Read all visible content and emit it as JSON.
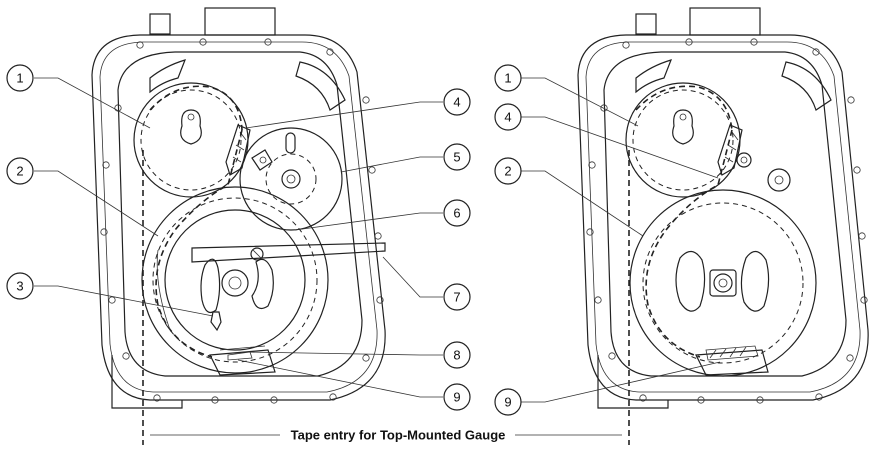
{
  "caption": "Tape entry for Top-Mounted Gauge",
  "left_view": {
    "callouts": [
      "1",
      "2",
      "3",
      "4",
      "5",
      "6",
      "7",
      "8",
      "9"
    ]
  },
  "right_view": {
    "callouts": [
      "1",
      "4",
      "2",
      "9"
    ]
  }
}
